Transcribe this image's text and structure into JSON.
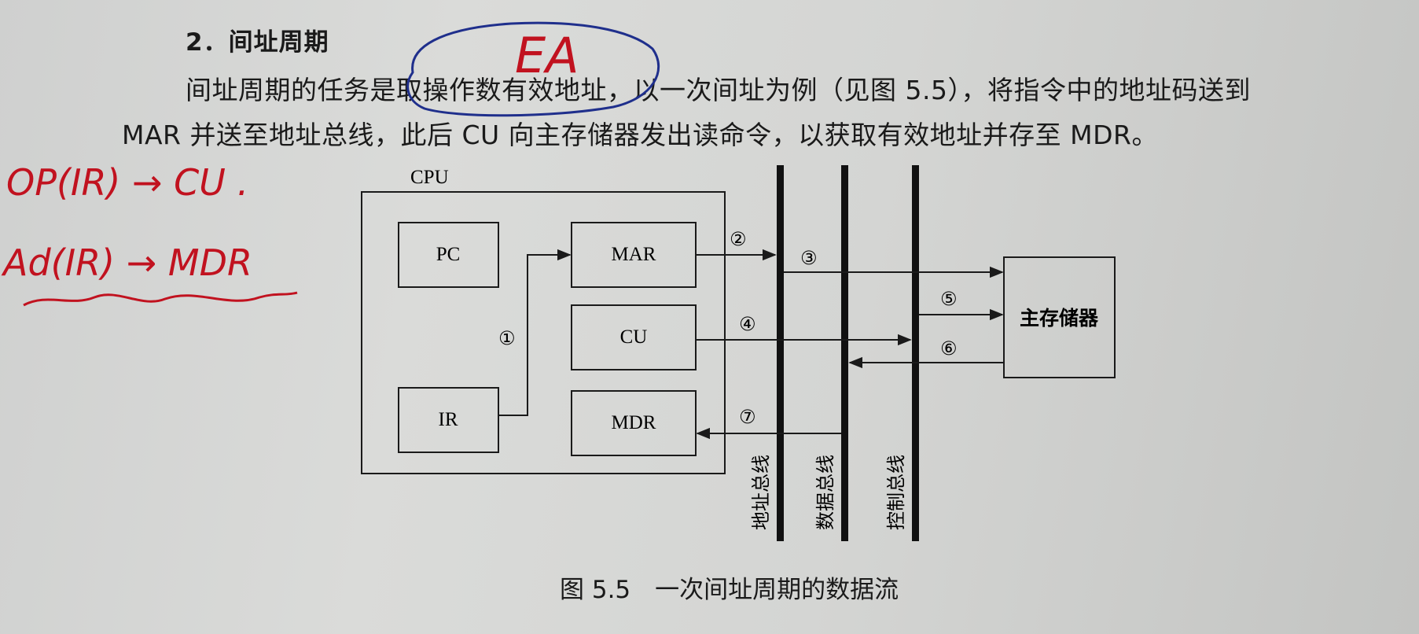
{
  "text": {
    "heading": "2．间址周期",
    "line1": "间址周期的任务是取操作数有效地址，以一次间址为例（见图 5.5），将指令中的地址码送到",
    "line2": "MAR 并送至地址总线，此后 CU 向主存储器发出读命令，以获取有效地址并存至 MDR。",
    "caption": "图 5.5　一次间址周期的数据流"
  },
  "diagram": {
    "cpu_label": "CPU",
    "pc": "PC",
    "mar": "MAR",
    "cu": "CU",
    "ir": "IR",
    "mdr": "MDR",
    "memory": "主存储器",
    "address_bus": "地址总线",
    "data_bus": "数据总线",
    "control_bus": "控制总线",
    "steps": [
      "①",
      "②",
      "③",
      "④",
      "⑤",
      "⑥",
      "⑦"
    ]
  },
  "annotations": {
    "ea": "EA",
    "note1": "OP(IR) → CU .",
    "note2": "Ad(IR) → MDR",
    "ink_color": "#c1121f",
    "circle_color": "#1f2f8c"
  }
}
